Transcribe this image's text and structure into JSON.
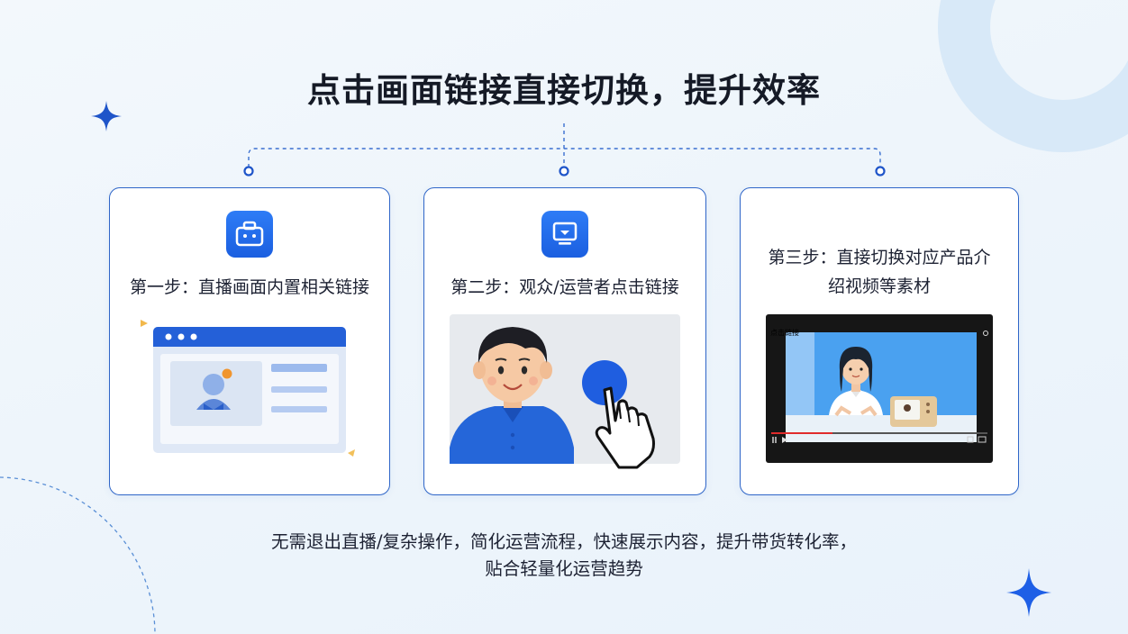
{
  "title": "点击画面链接直接切换，提升效率",
  "steps": [
    {
      "label": "第一步：直播画面内置相关链接",
      "icon": "briefcase-icon"
    },
    {
      "label": "第二步：观众/运营者点击链接",
      "icon": "monitor-icon"
    },
    {
      "label_line1": "第三步：直接切换对应产品介",
      "label_line2": "绍视频等素材"
    }
  ],
  "video": {
    "overlay_text": "点击链接"
  },
  "footer": {
    "line1": "无需退出直播/复杂操作，简化运营流程，快速展示内容，提升带货转化率，",
    "line2": "贴合轻量化运营趋势"
  },
  "colors": {
    "accent": "#1b5fe0",
    "card_border": "#2f66c8",
    "connector": "#3a6fd0"
  }
}
